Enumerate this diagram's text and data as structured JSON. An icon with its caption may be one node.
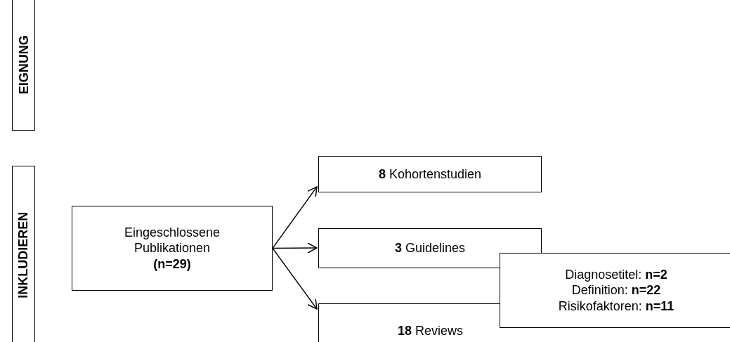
{
  "diagram": {
    "nodes": [
      {
        "text": [
          "EIGNUNG"
        ]
      },
      {
        "text": [
          "INKLUDIEREN"
        ]
      },
      {
        "text": [
          "Eingeschlossene Publikationen **(n=29)**"
        ]
      },
      {
        "text": [
          "**8** Kohortenstudien"
        ]
      },
      {
        "text": [
          "**3** Guidelines"
        ]
      },
      {
        "text": [
          "**18** Reviews"
        ]
      },
      {
        "text": [
          "Diagnosetitel: **n=2**",
          "Definition: **n=22**",
          "Risikofaktoren: **n=11**"
        ]
      }
    ],
    "edges": [
      {
        "from": 2,
        "to": 3,
        "arrow": "to"
      },
      {
        "from": 2,
        "to": 4,
        "arrow": "to"
      },
      {
        "from": 2,
        "to": 5,
        "arrow": "to"
      }
    ]
  }
}
